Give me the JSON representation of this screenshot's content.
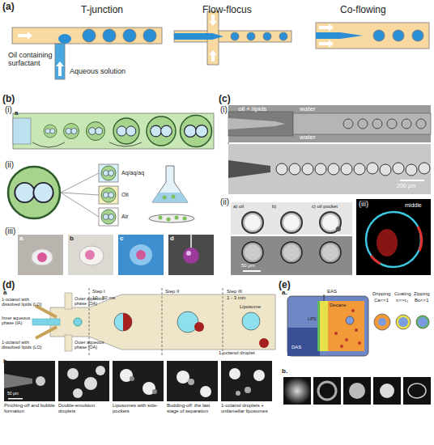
{
  "diagram": {
    "labels": [
      "(a)",
      "T-junction",
      "Flow-flocus",
      "Co-flowing",
      "Oil containing surfactant",
      "Aqueous solution",
      "(b)",
      "(i)",
      "a",
      "(ii)",
      "Aq/aq/aq",
      "Oil",
      "Air",
      "(iii)",
      "a",
      "b",
      "c",
      "d",
      "(c)",
      "(i)",
      "oil + lipids",
      "water",
      "water",
      "200 µm",
      "(ii)",
      "a) oil",
      "b)",
      "c) oil pocket",
      "50 µm",
      "(iii)",
      "middle",
      "(d)",
      "a",
      "1-octanol with dissolved lipids (LO)",
      "Outer aqueous phase (OA)",
      "Inner aqueous phase (IA)",
      "Outer aqueous phase (OA)",
      "1-octanol with dissolved lipids (LO)",
      "Step I",
      "10 - 50 ms",
      "Step II",
      "Step III",
      "1 - 3 min",
      "Liposome",
      "1-octanol droplet",
      "b",
      "50 µm",
      "Pinching-off and bubble formation",
      "Double-emulsion droplets",
      "Liposomes with side-pockets",
      "Budding-off: the last stage of separation",
      "1-octanol droplets + unilamellar liposomes",
      "(e)",
      "a.",
      "EAS",
      "DAS",
      "LiPS",
      "Decane",
      "Dripping",
      "Ca<<1",
      "Coating",
      "τᵢ>>τ₀",
      "Zipping",
      "Bo<<1",
      "b."
    ]
  }
}
